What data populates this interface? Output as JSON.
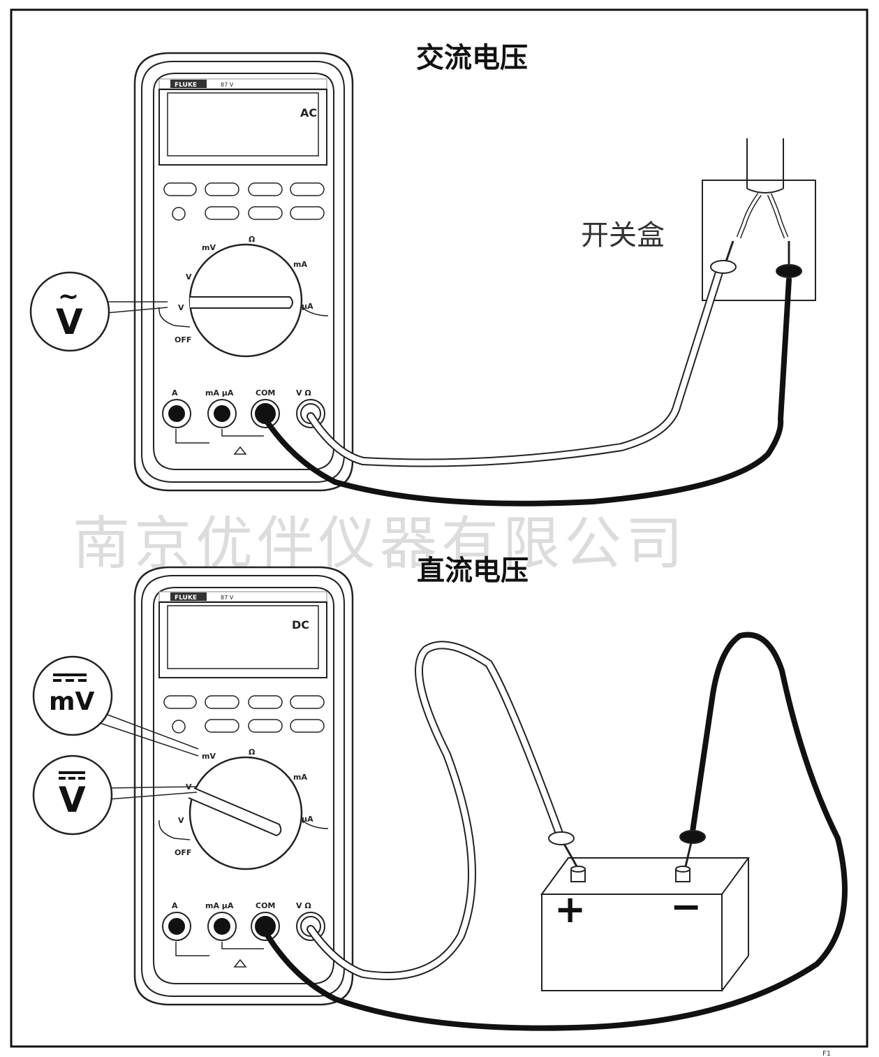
{
  "watermark": "南京优伴仪器有限公司",
  "footer_mark": "F1",
  "ac_panel": {
    "title": "交流电压",
    "display_mode": "AC",
    "callout_label": "V",
    "callout_symbol": "~",
    "switch_box_label": "开关盒",
    "dial_labels": {
      "mv": "mV",
      "v_dc": "V",
      "v_ac": "V",
      "off": "OFF",
      "ma": "mA",
      "ua": "µA",
      "ohm": "Ω"
    },
    "jack_labels": {
      "a": "A",
      "ma_ua": "mA µA",
      "com": "COM",
      "v_ohm": "V Ω"
    },
    "brand": "FLUKE",
    "model": "87 V"
  },
  "dc_panel": {
    "title": "直流电压",
    "display_mode": "DC",
    "callout_mv_label": "mV",
    "callout_v_label": "V",
    "battery_plus": "+",
    "battery_minus": "−",
    "dial_labels": {
      "mv": "mV",
      "v_dc": "V",
      "v_ac": "V",
      "off": "OFF",
      "ma": "mA",
      "ua": "µA",
      "ohm": "Ω"
    },
    "jack_labels": {
      "a": "A",
      "ma_ua": "mA µA",
      "com": "COM",
      "v_ohm": "V Ω"
    },
    "brand": "FLUKE",
    "model": "87 V"
  }
}
